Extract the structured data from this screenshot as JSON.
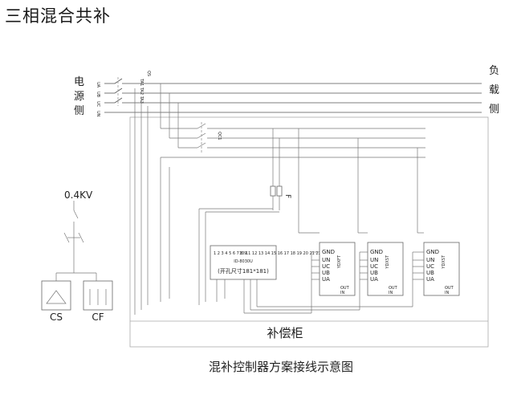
{
  "title": "三相混合共补",
  "source_side": [
    "电",
    "源",
    "侧"
  ],
  "load_side": [
    "负",
    "载",
    "侧"
  ],
  "line_labels": [
    "UA",
    "UB",
    "UC",
    "UN"
  ],
  "qs_label": "QS",
  "ct_label": "TA1 TA2 TA3",
  "qc1_label": "QC1",
  "fuse_label": "F",
  "voltage": "0.4KV",
  "cs_label": "CS",
  "cf_label": "CF",
  "controller": {
    "model": "ID-8030U",
    "cutout": "(开孔尺寸181*181)",
    "terminals_left": "1 2 3 4 5 6 7 8 9",
    "terminals_right": "10 11 12 13 14 15 16 17 18 19 20 21 22"
  },
  "modules": [
    {
      "name": "YDXFT",
      "pins": [
        "GND",
        "UN",
        "UC",
        "UB",
        "UA"
      ],
      "out": "OUT",
      "in": "IN"
    },
    {
      "name": "YDXST",
      "pins": [
        "GND",
        "UN",
        "UC",
        "UB",
        "UA"
      ],
      "out": "OUT",
      "in": "IN"
    },
    {
      "name": "YDXST",
      "pins": [
        "GND",
        "UN",
        "UC",
        "UB",
        "UA"
      ],
      "out": "OUT",
      "in": "IN"
    }
  ],
  "cabinet_label": "补偿柜",
  "caption": "混补控制器方案接线示意图"
}
